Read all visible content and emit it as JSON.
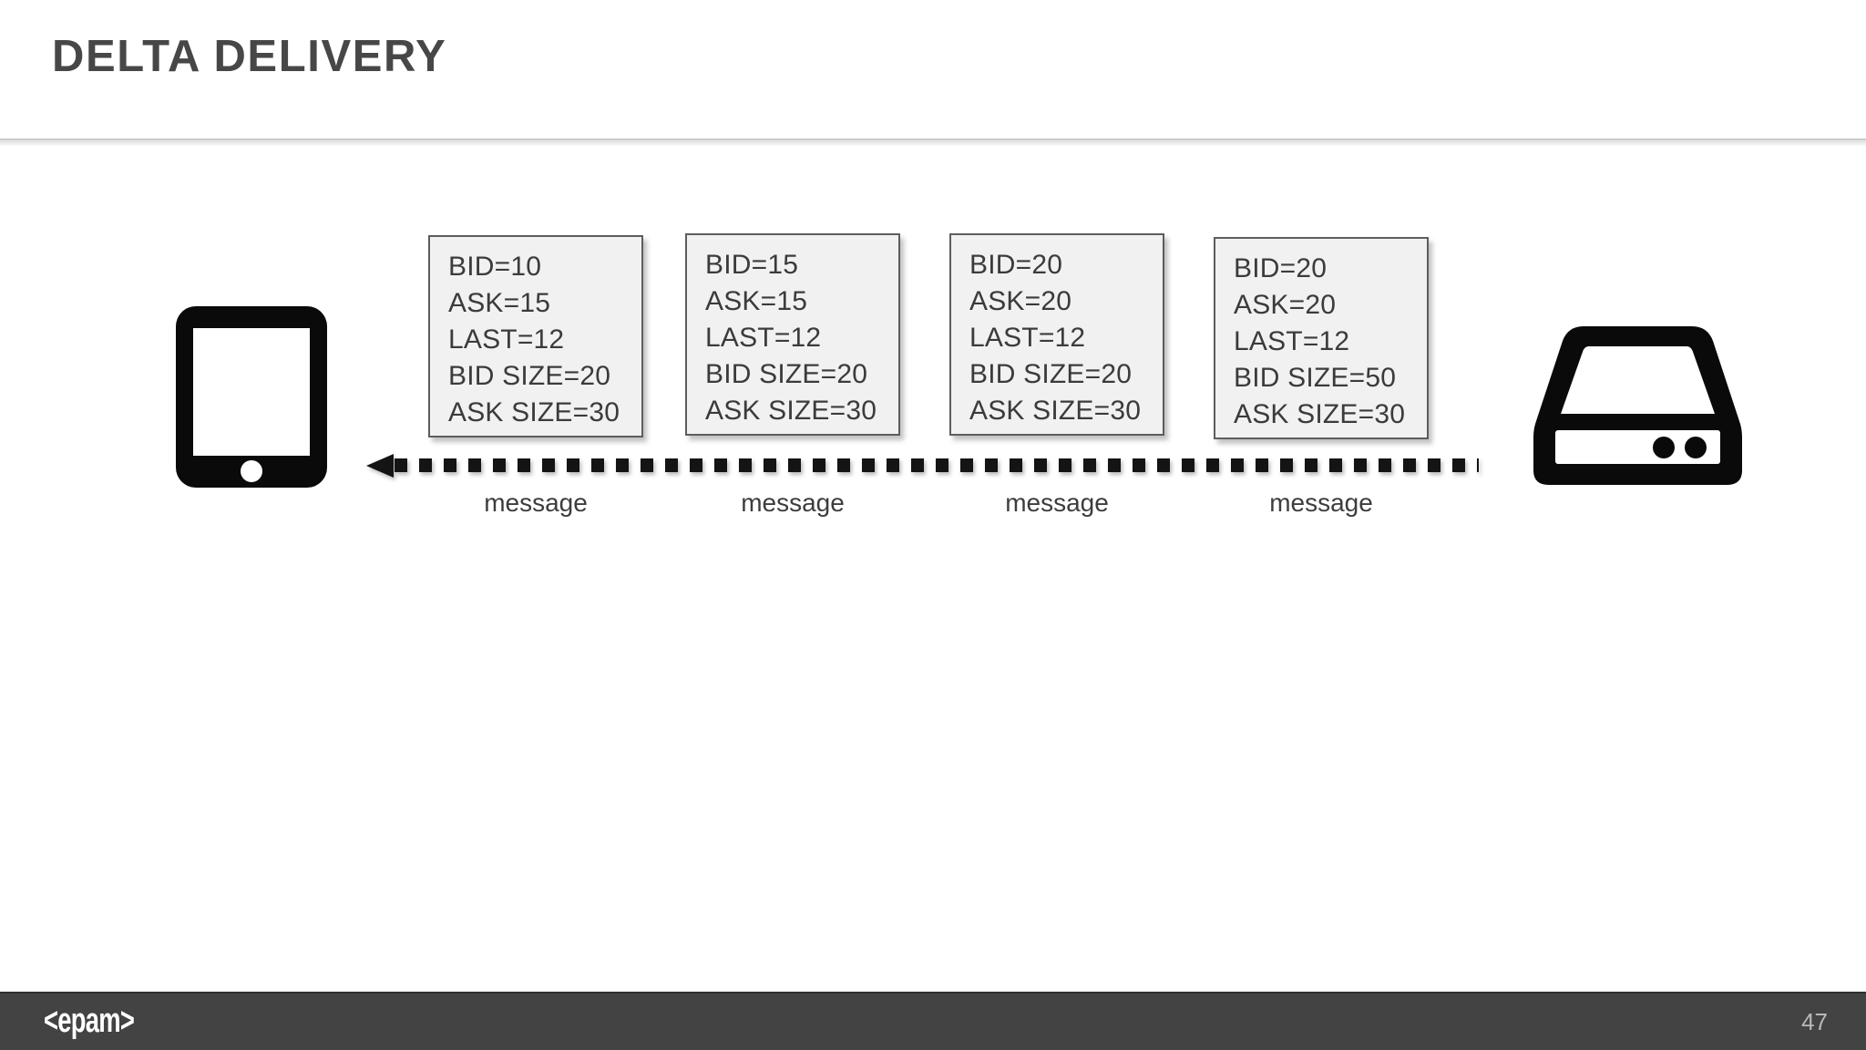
{
  "slide": {
    "title": "DELTA DELIVERY",
    "background": "#ffffff",
    "title_color": "#474747"
  },
  "diagram": {
    "client_icon": "tablet-icon",
    "server_icon": "server-disk-icon",
    "arrow": {
      "style": "dotted",
      "direction": "right-to-left",
      "head": "arrow-head-left"
    },
    "messages": [
      {
        "caption": "message",
        "fields": [
          "BID=10",
          "ASK=15",
          "LAST=12",
          "BID SIZE=20",
          "ASK SIZE=30"
        ]
      },
      {
        "caption": "message",
        "fields": [
          "BID=15",
          "ASK=15",
          "LAST=12",
          "BID SIZE=20",
          "ASK SIZE=30"
        ]
      },
      {
        "caption": "message",
        "fields": [
          "BID=20",
          "ASK=20",
          "LAST=12",
          "BID SIZE=20",
          "ASK SIZE=30"
        ]
      },
      {
        "caption": "message",
        "fields": [
          "BID=20",
          "ASK=20",
          "LAST=12",
          "BID SIZE=50",
          "ASK SIZE=30"
        ]
      }
    ]
  },
  "footer": {
    "logo": "<epam>",
    "page_number": "47",
    "background": "#434343",
    "page_number_color": "#b8b8b8"
  }
}
